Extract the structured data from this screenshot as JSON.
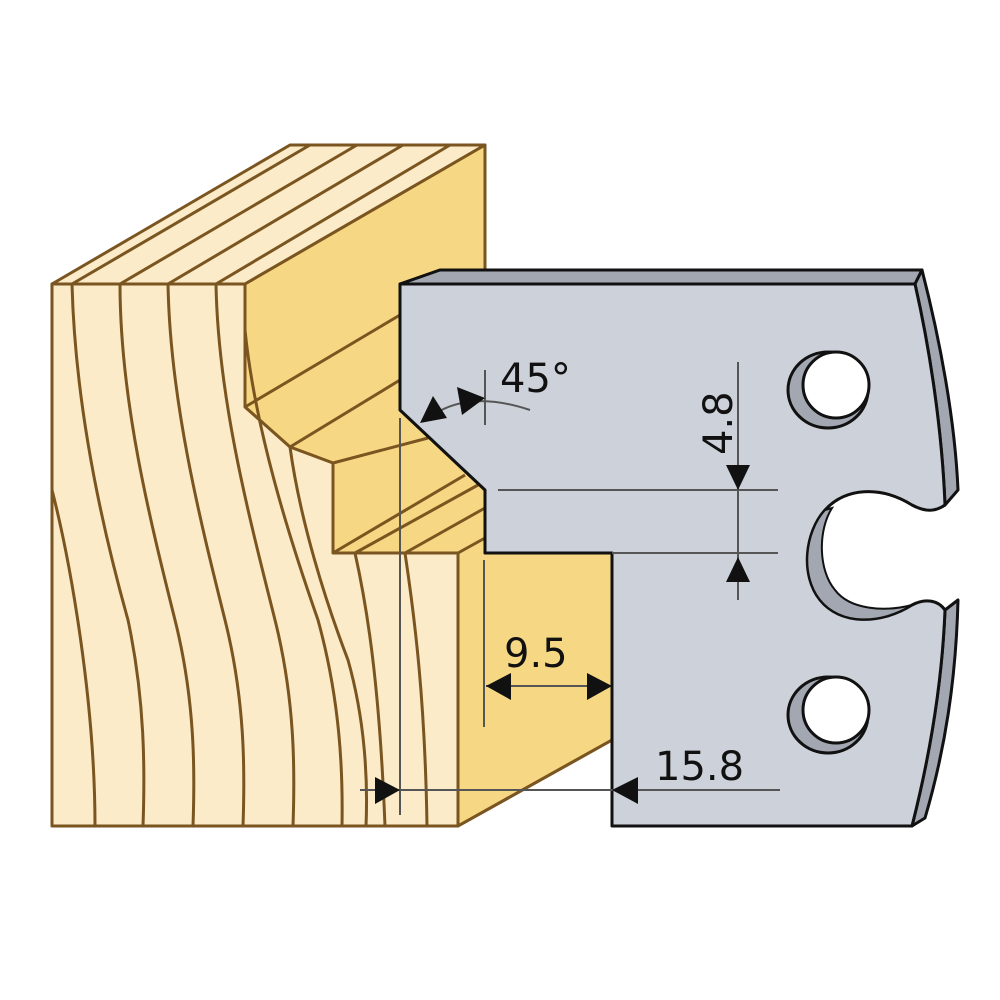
{
  "figure": {
    "title": "Moulding knife profile with wood workpiece",
    "colors": {
      "background": "#ffffff",
      "wood_light": "#fbebc9",
      "wood_profile": "#f6d884",
      "wood_grain": "#7a5520",
      "knife_face": "#cdd1da",
      "knife_edge": "#a3a7b2",
      "outline": "#111111",
      "dimension_line": "#555555"
    }
  },
  "dimensions": {
    "angle": {
      "value": "45°",
      "label": "chamfer-angle"
    },
    "depth_step": {
      "value": "4.8",
      "orientation": "vertical"
    },
    "step_width": {
      "value": "9.5"
    },
    "total_width": {
      "value": "15.8"
    }
  }
}
